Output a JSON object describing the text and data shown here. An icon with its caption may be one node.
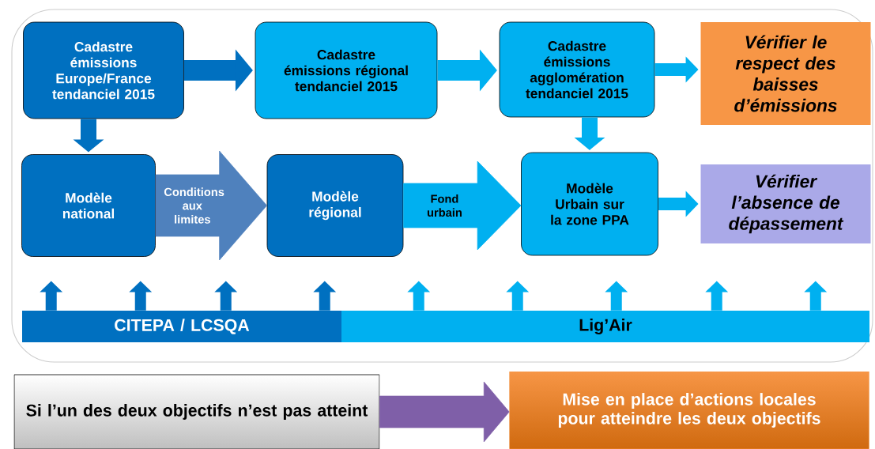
{
  "diagram": {
    "nodes": [
      {
        "text": [
          "Cadastre émissions Europe/France tendanciel 2015"
        ]
      },
      {
        "text": [
          "Cadastre émissions régional tendanciel 2015"
        ]
      },
      {
        "text": [
          "Cadastre émissions agglomération tendanciel 2015"
        ]
      },
      {
        "text": [
          "Vérifier le respect des baisses d’émissions"
        ]
      },
      {
        "text": [
          "Modèle national"
        ]
      },
      {
        "text": [
          "Modèle régional"
        ]
      },
      {
        "text": [
          "Modèle Urbain sur la zone PPA"
        ]
      },
      {
        "text": [
          "Vérifier l’absence de dépassement"
        ]
      },
      {
        "text": [
          "CITEPA / LCSQA"
        ]
      },
      {
        "text": [
          "Lig’Air"
        ]
      },
      {
        "text": [
          "Si l’un des deux objectifs n’est pas atteint"
        ]
      },
      {
        "text": [
          "Mise en place d’actions locales pour atteindre les deux objectifs"
        ]
      }
    ],
    "edges": [
      {
        "from": 0,
        "to": 1,
        "arrow": "to",
        "style": "thick",
        "color": "#0070c0"
      },
      {
        "from": 1,
        "to": 2,
        "arrow": "to",
        "style": "thick",
        "color": "#00b0f0"
      },
      {
        "from": 2,
        "to": 3,
        "arrow": "to",
        "color": "#00b0f0"
      },
      {
        "from": 0,
        "to": 4,
        "arrow": "to",
        "color": "#0070c0"
      },
      {
        "from": 2,
        "to": 6,
        "arrow": "to",
        "color": "#00b0f0"
      },
      {
        "from": 4,
        "to": 5,
        "arrow": "to",
        "label": "Conditions aux limites",
        "style": "thick",
        "color": "#4f81bd"
      },
      {
        "from": 5,
        "to": 6,
        "arrow": "to",
        "label": "Fond urbain",
        "style": "thick",
        "color": "#00b0f0"
      },
      {
        "from": 6,
        "to": 7,
        "arrow": "to",
        "color": "#00b0f0"
      },
      {
        "from": 10,
        "to": 11,
        "arrow": "to",
        "style": "thick",
        "color": "#7f5fa8"
      },
      {
        "from": 8,
        "to": null,
        "arrow": "to",
        "color": "#0070c0"
      },
      {
        "from": 8,
        "to": null,
        "arrow": "to",
        "color": "#0070c0"
      },
      {
        "from": 8,
        "to": null,
        "arrow": "to",
        "color": "#0070c0"
      },
      {
        "from": 8,
        "to": null,
        "arrow": "to",
        "color": "#0070c0"
      },
      {
        "from": 9,
        "to": null,
        "arrow": "to",
        "color": "#00b0f0"
      },
      {
        "from": 9,
        "to": null,
        "arrow": "to",
        "color": "#00b0f0"
      },
      {
        "from": 9,
        "to": null,
        "arrow": "to",
        "color": "#00b0f0"
      },
      {
        "from": 9,
        "to": null,
        "arrow": "to",
        "color": "#00b0f0"
      },
      {
        "from": 9,
        "to": null,
        "arrow": "to",
        "color": "#00b0f0"
      }
    ]
  }
}
